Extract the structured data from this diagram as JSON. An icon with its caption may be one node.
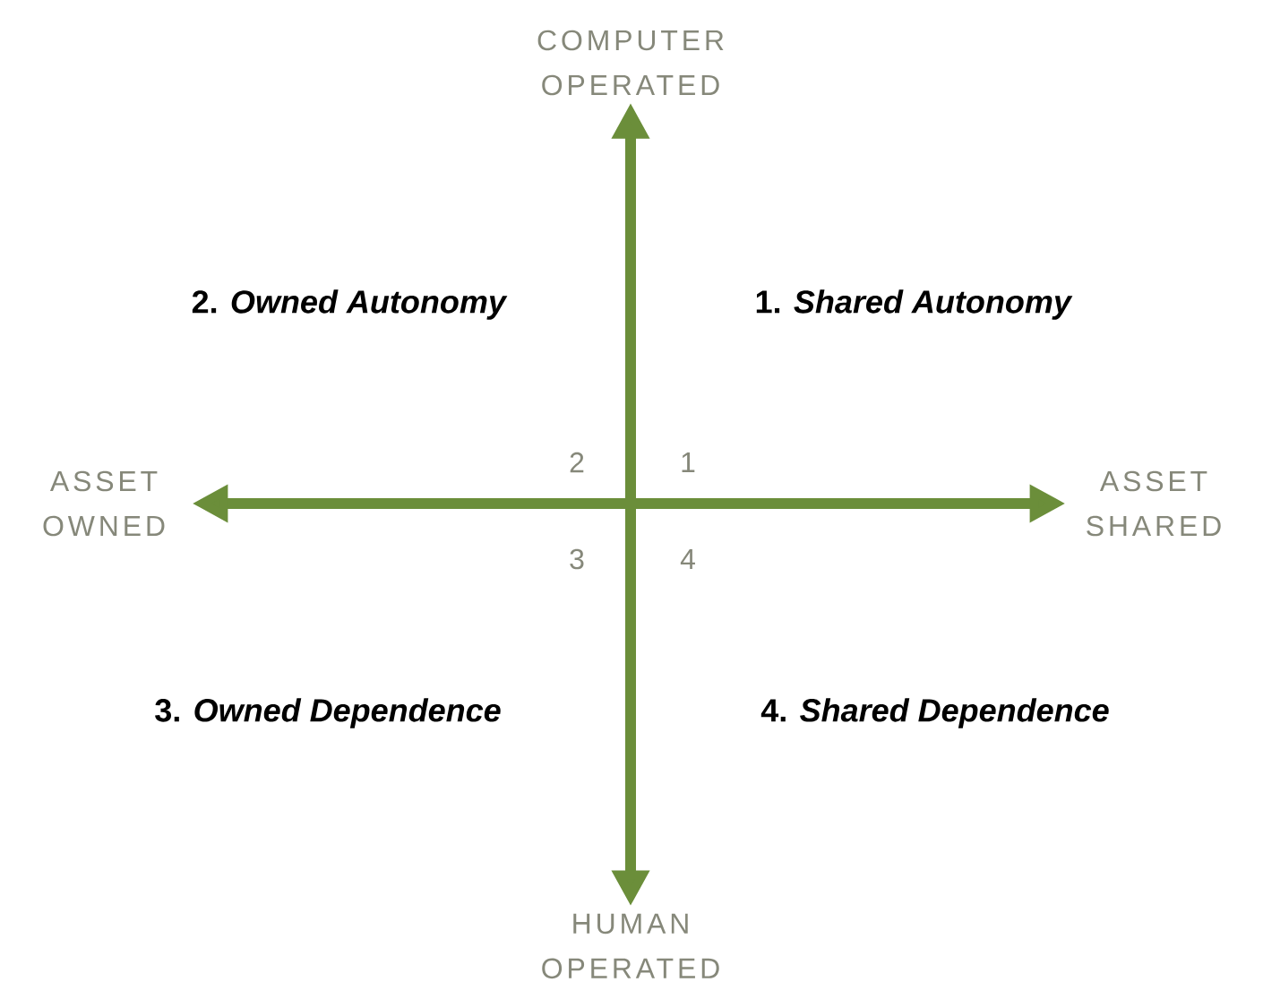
{
  "diagram": {
    "nodes": [
      {
        "text": [
          "COMPUTER OPERATED"
        ]
      },
      {
        "text": [
          "HUMAN OPERATED"
        ]
      },
      {
        "text": [
          "ASSET OWNED"
        ]
      },
      {
        "text": [
          "ASSET SHARED"
        ]
      }
    ],
    "edges": [
      {
        "from": 0,
        "to": 1,
        "arrow": "both"
      },
      {
        "from": 2,
        "to": 3,
        "arrow": "both"
      }
    ],
    "labels": [
      "2. *Owned Autonomy*",
      "1. *Shared Autonomy*",
      "2",
      "1",
      "3",
      "4",
      "3. *Owned Dependence*",
      "4. *Shared Dependence*"
    ]
  }
}
